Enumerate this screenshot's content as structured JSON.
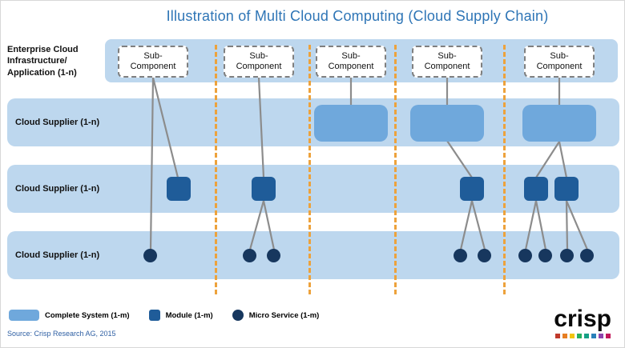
{
  "title": "Illustration of Multi Cloud Computing (Cloud Supply Chain)",
  "left_labels": {
    "enterprise": "Enterprise Cloud Infrastructure/ Application (1-n)",
    "supplier_1": "Cloud Supplier (1-n)",
    "supplier_2": "Cloud Supplier (1-n)",
    "supplier_3": "Cloud Supplier (1-n)"
  },
  "structure": {
    "columns": [
      {
        "subcomponent": "Sub-Component",
        "complete_systems": 0,
        "modules": 1,
        "micro_services": 1
      },
      {
        "subcomponent": "Sub-Component",
        "complete_systems": 0,
        "modules": 1,
        "micro_services": 2
      },
      {
        "subcomponent": "Sub-Component",
        "complete_systems": 1,
        "modules": 0,
        "micro_services": 0
      },
      {
        "subcomponent": "Sub-Component",
        "complete_systems": 1,
        "modules": 1,
        "micro_services": 2
      },
      {
        "subcomponent": "Sub-Component",
        "complete_systems": 1,
        "modules": 2,
        "micro_services": 4
      }
    ]
  },
  "legend": {
    "complete_system": "Complete System (1-m)",
    "module": "Module (1-m)",
    "micro_service": "Micro Service (1-m)"
  },
  "source": "Source: Crisp Research AG, 2015",
  "logo_text": "crisp",
  "colors": {
    "band": "#BDD7EE",
    "complete_system": "#6FA8DC",
    "module": "#1F5C99",
    "micro_service": "#17375E",
    "divider": "#EDA23C",
    "title": "#2E75B6",
    "connector": "#8C8C8C"
  }
}
